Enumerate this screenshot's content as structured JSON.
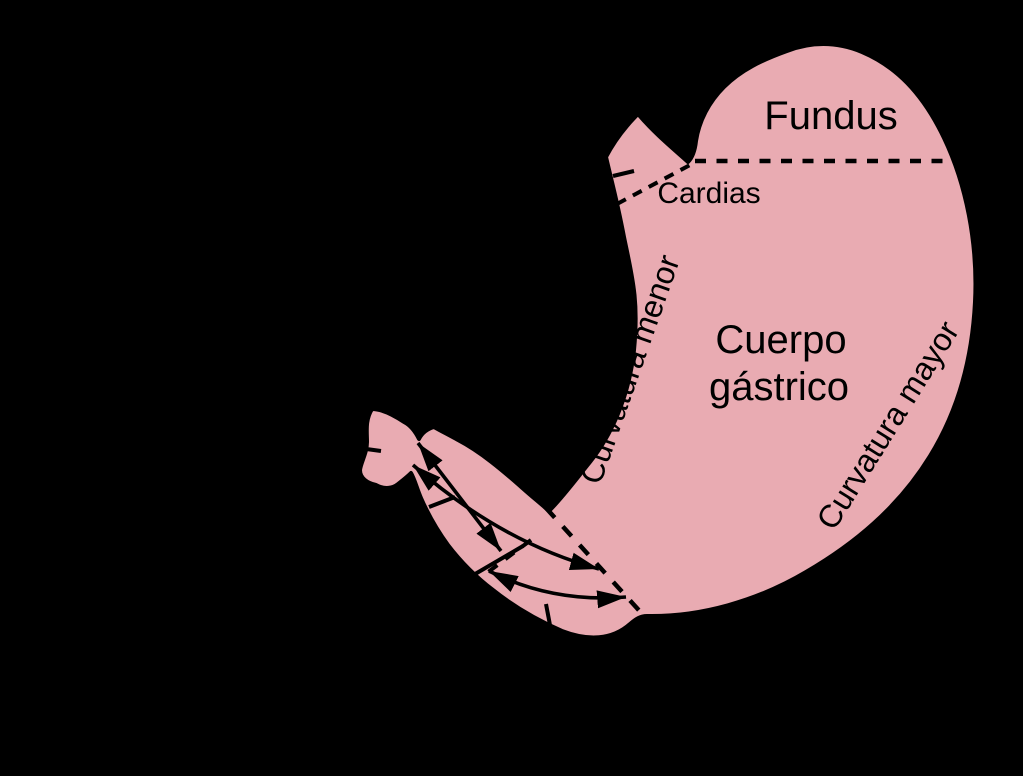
{
  "diagram": {
    "type": "anatomical-diagram",
    "subject": "stomach-regions",
    "language": "es",
    "labels": {
      "fundus": "Fundus",
      "cardias": "Cardias",
      "cuerpo_line1": "Cuerpo",
      "cuerpo_line2": "gástrico",
      "curvatura_menor": "Curvatura menor",
      "curvatura_mayor": "Curvatura mayor"
    },
    "colors": {
      "background": "#000000",
      "stomach_fill": "#e9abb2",
      "outline": "#000000",
      "label_text": "#000000"
    },
    "annotations": {
      "dashed_boundaries": [
        "fundus-body boundary",
        "cardias boundary",
        "body-antrum boundary",
        "antrum-pyloric-canal boundary"
      ],
      "arrows": [
        "straight double-headed arrow along pyloric canal",
        "upper curved double-headed arrow in antrum",
        "lower curved double-headed arrow in antrum"
      ],
      "tick_marks": [
        "esophagus cut mark",
        "duodenum cut mark",
        "pyloric canal constriction",
        "mid antrum constriction",
        "lower antrum constriction"
      ]
    }
  }
}
